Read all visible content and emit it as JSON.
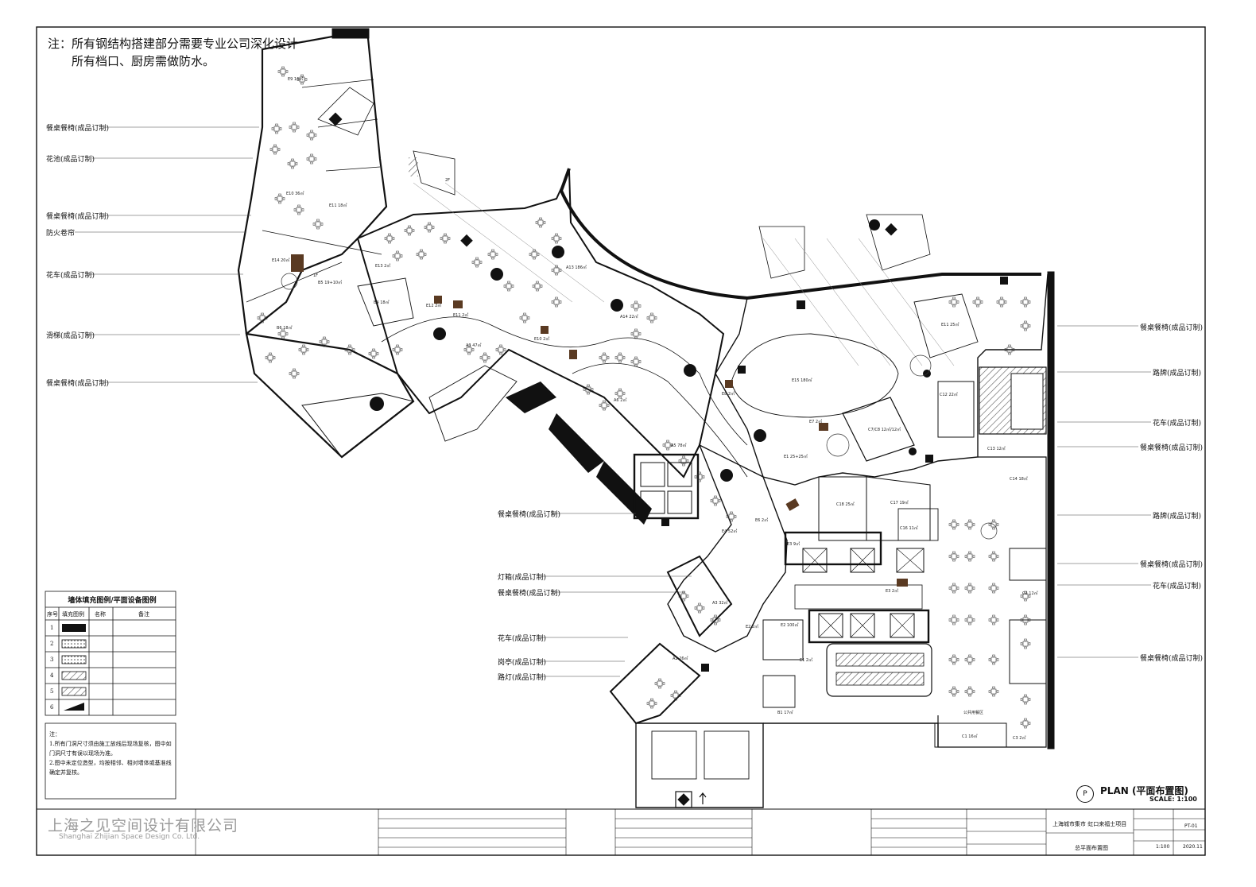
{
  "notes": {
    "line1": "注：所有钢结构搭建部分需要专业公司深化设计",
    "line2": "所有档口、厨房需做防水。"
  },
  "callouts_left": [
    {
      "label": "餐桌餐椅(成品订制)"
    },
    {
      "label": "花池(成品订制)"
    },
    {
      "label": "餐桌餐椅(成品订制)"
    },
    {
      "label": "防火卷帘"
    },
    {
      "label": "花车(成品订制)"
    },
    {
      "label": "滑梯(成品订制)"
    },
    {
      "label": "餐桌餐椅(成品订制)"
    }
  ],
  "callouts_center": [
    {
      "label": "餐桌餐椅(成品订制)"
    },
    {
      "label": "灯箱(成品订制)"
    },
    {
      "label": "餐桌餐椅(成品订制)"
    },
    {
      "label": "花车(成品订制)"
    },
    {
      "label": "岗亭(成品订制)"
    },
    {
      "label": "路灯(成品订制)"
    }
  ],
  "callouts_right": [
    {
      "label": "餐桌餐椅(成品订制)"
    },
    {
      "label": "路牌(成品订制)"
    },
    {
      "label": "花车(成品订制)"
    },
    {
      "label": "餐桌餐椅(成品订制)"
    },
    {
      "label": "路牌(成品订制)"
    },
    {
      "label": "餐桌餐椅(成品订制)"
    },
    {
      "label": "花车(成品订制)"
    },
    {
      "label": "餐桌餐椅(成品订制)"
    }
  ],
  "legend": {
    "title": "墙体填充图例/平面设备图例",
    "headers": {
      "num": "序号",
      "pattern": "填充图例",
      "name": "名称",
      "remark": "备注"
    },
    "rows": [
      "1",
      "2",
      "3",
      "4",
      "5",
      "6"
    ],
    "notes_title": "注：",
    "note1": "1.所有门洞尺寸须由施工放线后现场复核，图中如门洞尺寸有误以现场为准。",
    "note2": "2.图中未定位造型，均按相邻、相对墙体或基准线确定并复核。"
  },
  "plan": {
    "marker": "P",
    "title": "PLAN (平面布置图)",
    "scale": "SCALE: 1:100"
  },
  "title_block": {
    "company_cn": "上海之见空间设计有限公司",
    "company_en": "Shanghai Zhijian Space Design Co. Ltd.",
    "project": "上海城市集市 虹口来福士项目",
    "drawing": "总平面布置图",
    "ratio": "1:100",
    "sheet_no": "PT-01",
    "date": "2020.11"
  },
  "rooms": [
    {
      "label": "E9 16㎡"
    },
    {
      "label": "E10 36㎡"
    },
    {
      "label": "E11 18㎡"
    },
    {
      "label": "E14 20㎡"
    },
    {
      "label": "B5 19+10㎡"
    },
    {
      "label": "E13 2㎡"
    },
    {
      "label": "B4 18㎡"
    },
    {
      "label": "B6 18㎡"
    },
    {
      "label": "E12 2㎡"
    },
    {
      "label": "E11 2㎡"
    },
    {
      "label": "A3 47㎡"
    },
    {
      "label": "E10 2㎡"
    },
    {
      "label": "A13 186㎡"
    },
    {
      "label": "A14 22㎡"
    },
    {
      "label": "A6 2㎡"
    },
    {
      "label": "A5 78㎡"
    },
    {
      "label": "E8 2㎡"
    },
    {
      "label": "E15 180㎡"
    },
    {
      "label": "C7/C8 12㎡/12㎡"
    },
    {
      "label": "E1 25+25㎡"
    },
    {
      "label": "E7 2㎡"
    },
    {
      "label": "E11 25㎡"
    },
    {
      "label": "C12 22㎡"
    },
    {
      "label": "C13 12㎡"
    },
    {
      "label": "C14 18㎡"
    },
    {
      "label": "C18 25㎡"
    },
    {
      "label": "C17 19㎡"
    },
    {
      "label": "C16 11㎡"
    },
    {
      "label": "E6 2㎡"
    },
    {
      "label": "E4 52㎡"
    },
    {
      "label": "E3 9㎡"
    },
    {
      "label": "E3 2㎡"
    },
    {
      "label": "A3 32㎡"
    },
    {
      "label": "E2 2㎡"
    },
    {
      "label": "E2 100㎡"
    },
    {
      "label": "A2 26㎡"
    },
    {
      "label": "E1 2㎡"
    },
    {
      "label": "B1 17㎡"
    },
    {
      "label": "C1 16㎡"
    },
    {
      "label": "C2 12㎡"
    },
    {
      "label": "C3 2㎡"
    },
    {
      "label": "1F"
    },
    {
      "label": "2F"
    },
    {
      "label": "公共用餐区"
    }
  ],
  "colors": {
    "wall": "#111111",
    "hatch": "#555555",
    "furniture": "#333333",
    "accent": "#5a3a22",
    "logo": "#9a9a9a"
  }
}
